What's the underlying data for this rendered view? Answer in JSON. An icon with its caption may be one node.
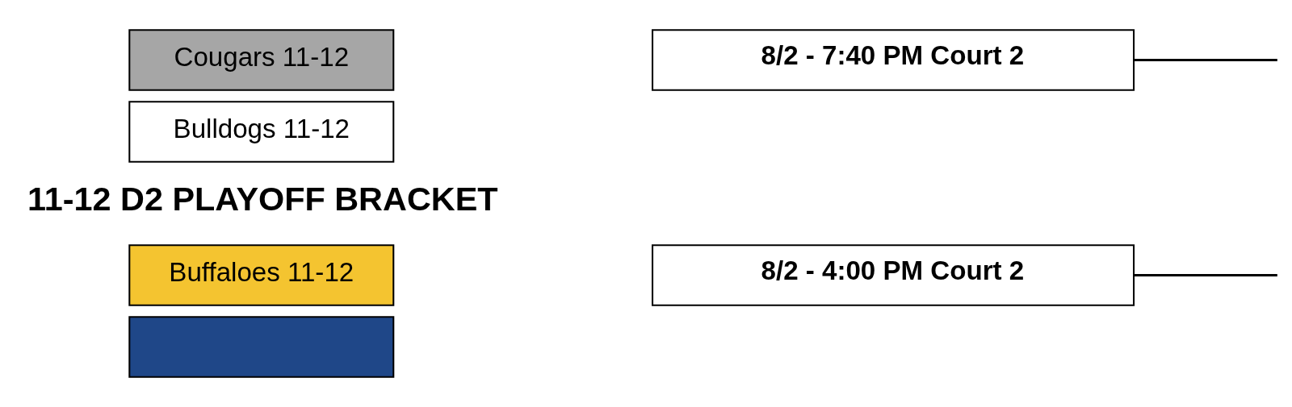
{
  "diagram": {
    "nodes": [
      {
        "text": [
          "Cougars 11-12"
        ]
      },
      {
        "text": [
          "8/2 - 7:40 PM Court 2"
        ]
      },
      {
        "text": [
          "Bulldogs 11-12"
        ]
      },
      {
        "text": [
          "Buffaloes 11-12"
        ]
      },
      {
        "text": [
          "8/2 - 4:00 PM Court 2"
        ]
      },
      {
        "text": [],
        "shape": "box"
      }
    ],
    "edges": [
      {
        "from": 1,
        "to": null,
        "arrow": "none"
      },
      {
        "from": 4,
        "to": null,
        "arrow": "none"
      }
    ],
    "labels": [
      "11-12 D2 PLAYOFF BRACKET"
    ]
  }
}
